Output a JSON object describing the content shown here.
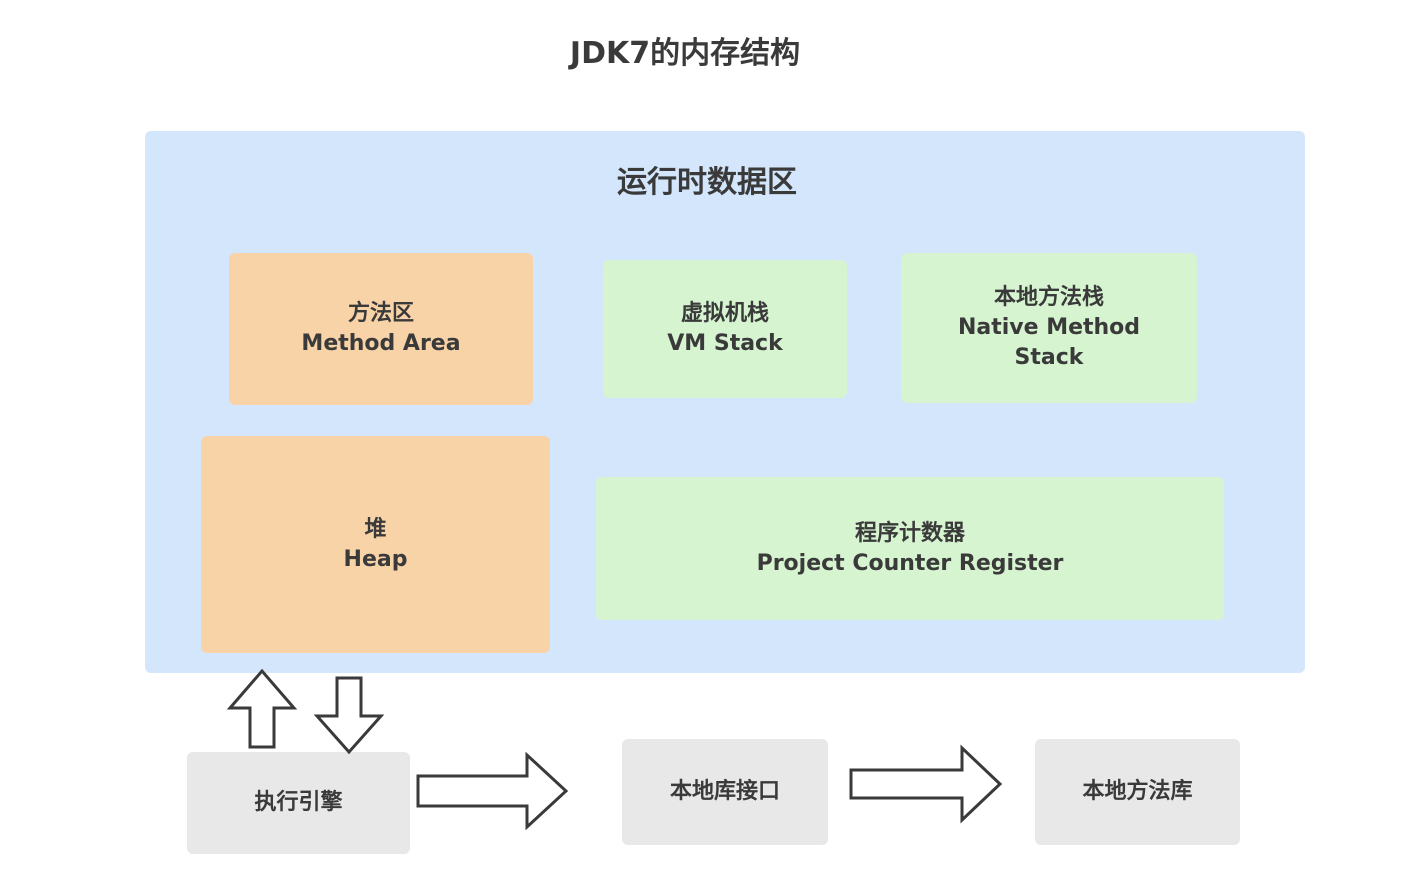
{
  "title": "JDK7的内存结构",
  "runtime_area": {
    "title": "运行时数据区",
    "method_area": {
      "zh": "方法区",
      "en": "Method Area"
    },
    "vm_stack": {
      "zh": "虚拟机栈",
      "en": "VM Stack"
    },
    "native_method_stack": {
      "zh": "本地方法栈",
      "en_line1": "Native Method",
      "en_line2": "Stack"
    },
    "heap": {
      "zh": "堆",
      "en": "Heap"
    },
    "program_counter": {
      "zh": "程序计数器",
      "en": "Project Counter Register"
    }
  },
  "bottom": {
    "execution_engine": "执行引擎",
    "native_interface": "本地库接口",
    "native_library": "本地方法库"
  },
  "colors": {
    "runtime_bg": "#d3e6fb",
    "orange_box": "#f9d3a8",
    "green_box": "#d6f4d0",
    "gray_box": "#e8e8e8"
  }
}
